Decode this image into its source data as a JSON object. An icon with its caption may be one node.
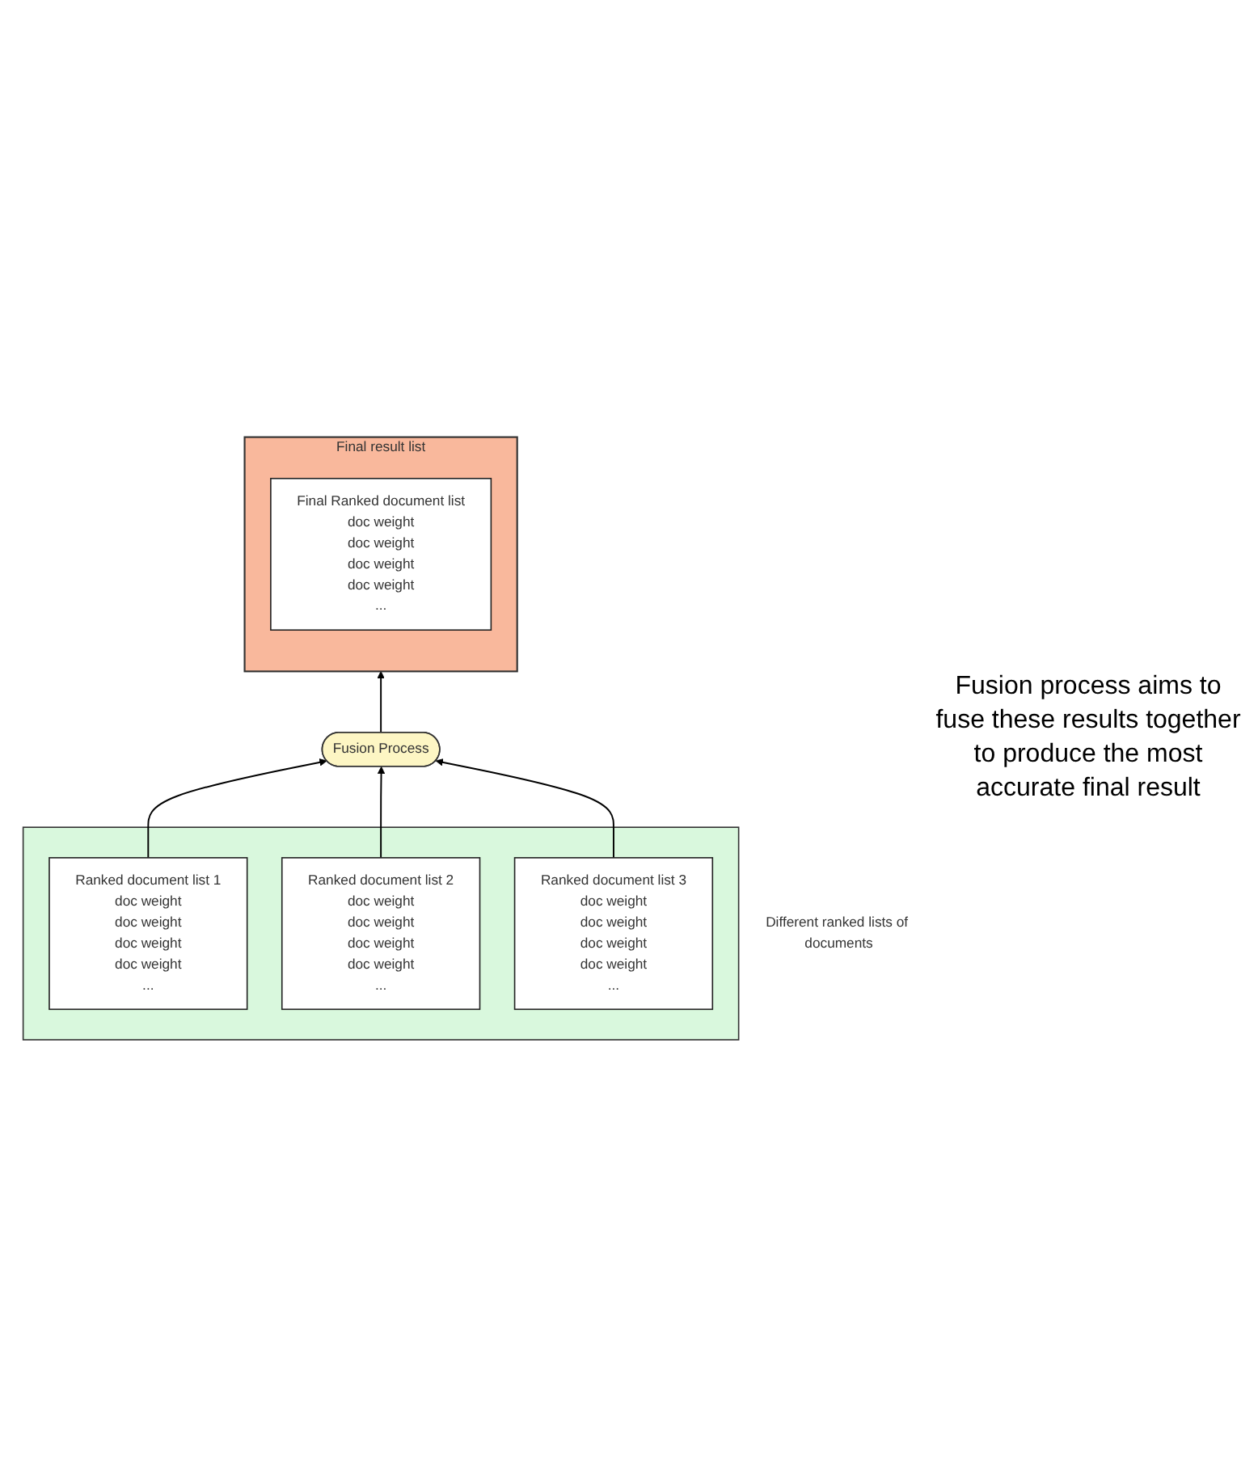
{
  "diagram": {
    "nodes": [
      {
        "text": [
          "Final result list"
        ]
      },
      {
        "text": [
          "Final Ranked document list",
          "doc weight",
          "doc weight",
          "doc weight",
          "doc weight",
          "..."
        ],
        "in": 0
      },
      {
        "text": [
          "Fusion Process"
        ]
      },
      {
        "text": [
          "Different ranked lists of documents"
        ]
      },
      {
        "text": [
          "Ranked document list 1",
          "doc weight",
          "doc weight",
          "doc weight",
          "doc weight",
          "..."
        ],
        "in": 3
      },
      {
        "text": [
          "Ranked document list 2",
          "doc weight",
          "doc weight",
          "doc weight",
          "doc weight",
          "..."
        ],
        "in": 3
      },
      {
        "text": [
          "Ranked document list 3",
          "doc weight",
          "doc weight",
          "doc weight",
          "doc weight",
          "..."
        ],
        "in": 3
      }
    ],
    "edges": [
      {
        "from": 2,
        "to": 0,
        "arrow": "to"
      },
      {
        "from": 4,
        "to": 2,
        "arrow": "to"
      },
      {
        "from": 5,
        "to": 2,
        "arrow": "to"
      },
      {
        "from": 6,
        "to": 2,
        "arrow": "to"
      }
    ],
    "labels": [
      "Fusion process aims to fuse these results together to produce the most accurate final result"
    ]
  }
}
